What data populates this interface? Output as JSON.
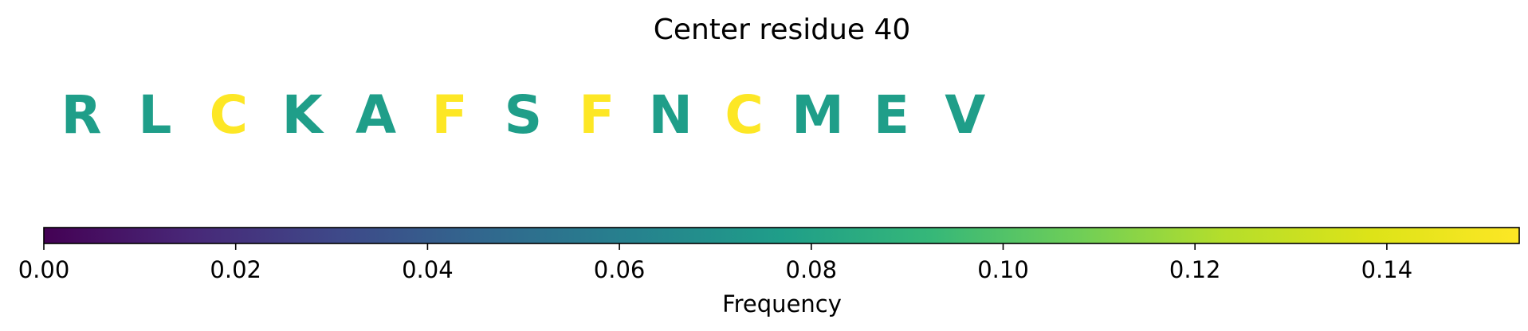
{
  "chart_data": {
    "type": "heatmap",
    "title": "Center residue 40",
    "residues": [
      {
        "letter": "R",
        "frequency": 0.077
      },
      {
        "letter": "L",
        "frequency": 0.077
      },
      {
        "letter": "C",
        "frequency": 0.154
      },
      {
        "letter": "K",
        "frequency": 0.077
      },
      {
        "letter": "A",
        "frequency": 0.077
      },
      {
        "letter": "F",
        "frequency": 0.154
      },
      {
        "letter": "S",
        "frequency": 0.077
      },
      {
        "letter": "F",
        "frequency": 0.154
      },
      {
        "letter": "N",
        "frequency": 0.077
      },
      {
        "letter": "C",
        "frequency": 0.154
      },
      {
        "letter": "M",
        "frequency": 0.077
      },
      {
        "letter": "E",
        "frequency": 0.077
      },
      {
        "letter": "V",
        "frequency": 0.077
      }
    ],
    "colorbar": {
      "label": "Frequency",
      "colormap": "viridis",
      "range": [
        0,
        0.1538
      ],
      "ticks": [
        0.0,
        0.02,
        0.04,
        0.06,
        0.08,
        0.1,
        0.12,
        0.14
      ],
      "tick_labels": [
        "0.00",
        "0.02",
        "0.04",
        "0.06",
        "0.08",
        "0.10",
        "0.12",
        "0.14"
      ]
    }
  }
}
